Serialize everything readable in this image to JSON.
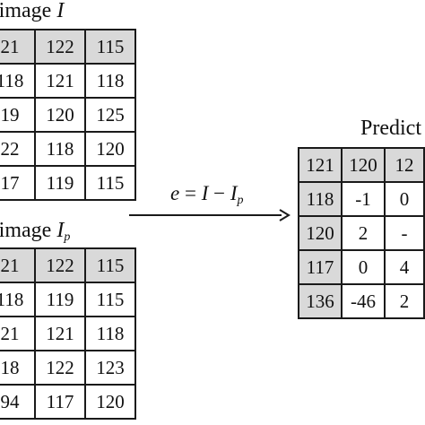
{
  "original": {
    "title_prefix": "l image ",
    "title_symbol": "I",
    "rows": [
      [
        "21",
        "122",
        "115"
      ],
      [
        "118",
        "121",
        "118"
      ],
      [
        "19",
        "120",
        "125"
      ],
      [
        "22",
        "118",
        "120"
      ],
      [
        "17",
        "119",
        "115"
      ]
    ]
  },
  "predicted": {
    "title_prefix": "l image ",
    "title_symbol": "I",
    "title_sub": "p",
    "rows": [
      [
        "21",
        "122",
        "115"
      ],
      [
        "118",
        "119",
        "115"
      ],
      [
        "21",
        "121",
        "118"
      ],
      [
        "18",
        "122",
        "123"
      ],
      [
        "94",
        "117",
        "120"
      ]
    ]
  },
  "error": {
    "equation_lhs": "e",
    "equation_eq": " = ",
    "equation_i": "I",
    "equation_minus": " − ",
    "equation_ip": "I",
    "equation_sub": "p",
    "title": "Predict",
    "rows": [
      [
        "121",
        "120",
        "12"
      ],
      [
        "118",
        "-1",
        "0"
      ],
      [
        "120",
        "2",
        "-"
      ],
      [
        "117",
        "0",
        "4"
      ],
      [
        "136",
        "-46",
        "2"
      ]
    ]
  },
  "colors": {
    "header_shade": "#d9d9d9",
    "border": "#1a1a1a"
  }
}
